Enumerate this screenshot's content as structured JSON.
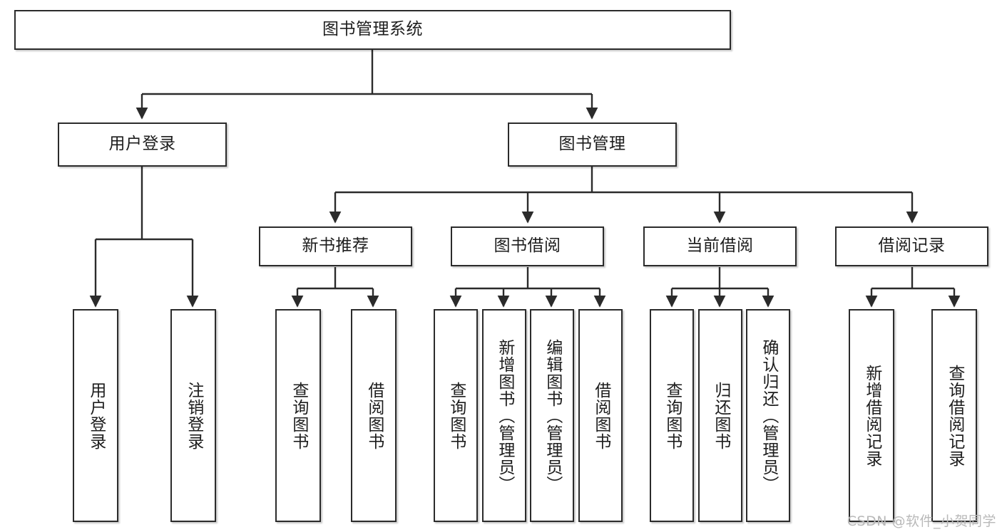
{
  "diagram": {
    "title": "图书管理系统",
    "type": "hierarchy-tree",
    "root": {
      "id": "root",
      "label": "图书管理系统"
    },
    "level2": [
      {
        "id": "user-login",
        "label": "用户登录"
      },
      {
        "id": "book-management",
        "label": "图书管理"
      }
    ],
    "level3": [
      {
        "id": "new-book-recommend",
        "label": "新书推荐"
      },
      {
        "id": "book-borrow",
        "label": "图书借阅"
      },
      {
        "id": "current-borrow",
        "label": "当前借阅"
      },
      {
        "id": "borrow-record",
        "label": "借阅记录"
      }
    ],
    "leaves": {
      "user_login": [
        {
          "id": "leaf-user-login",
          "label": "用户登录"
        },
        {
          "id": "leaf-logout-login",
          "label": "注销登录"
        }
      ],
      "new_book_recommend": [
        {
          "id": "leaf-query-book-1",
          "label": "查询图书"
        },
        {
          "id": "leaf-borrow-book-1",
          "label": "借阅图书"
        }
      ],
      "book_borrow": [
        {
          "id": "leaf-query-book-2",
          "label": "查询图书"
        },
        {
          "id": "leaf-add-book",
          "label": "新增图书（管理员）"
        },
        {
          "id": "leaf-edit-book",
          "label": "编辑图书（管理员）"
        },
        {
          "id": "leaf-borrow-book-2",
          "label": "借阅图书"
        }
      ],
      "current_borrow": [
        {
          "id": "leaf-query-book-3",
          "label": "查询图书"
        },
        {
          "id": "leaf-return-book",
          "label": "归还图书"
        },
        {
          "id": "leaf-confirm-return",
          "label": "确认归还（管理员）"
        }
      ],
      "borrow_record": [
        {
          "id": "leaf-add-borrow-record",
          "label": "新增借阅记录"
        },
        {
          "id": "leaf-query-borrow-record",
          "label": "查询借阅记录"
        }
      ]
    }
  },
  "watermark": {
    "text": "CSDN @软件_小贺同学"
  },
  "colors": {
    "stroke": "#2b2b2b",
    "box_fill": "#ffffff",
    "text": "#1d1d1d",
    "watermark": "#b9b9b9",
    "background": "#ffffff"
  }
}
